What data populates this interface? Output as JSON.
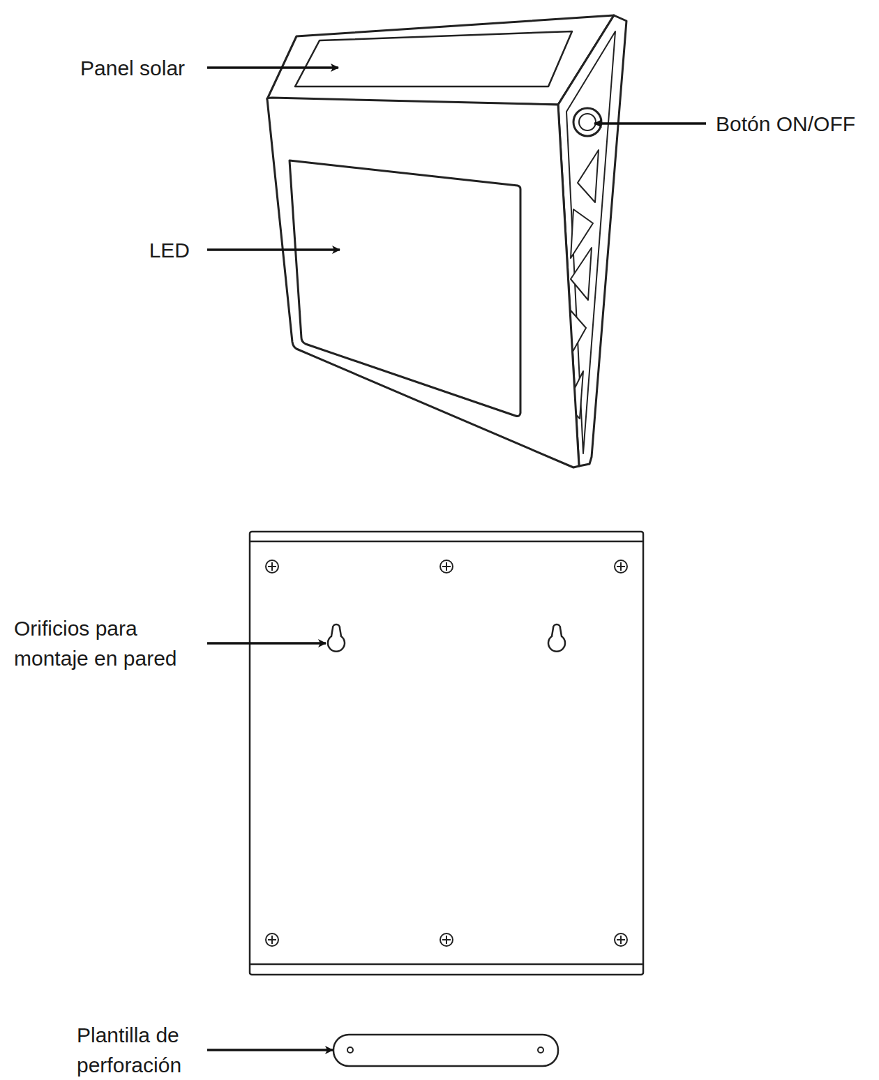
{
  "diagram": {
    "labels": [
      "Panel solar",
      "Botón ON/OFF",
      "LED",
      "Orificios para montaje en pared",
      "Plantilla de perforación"
    ]
  }
}
